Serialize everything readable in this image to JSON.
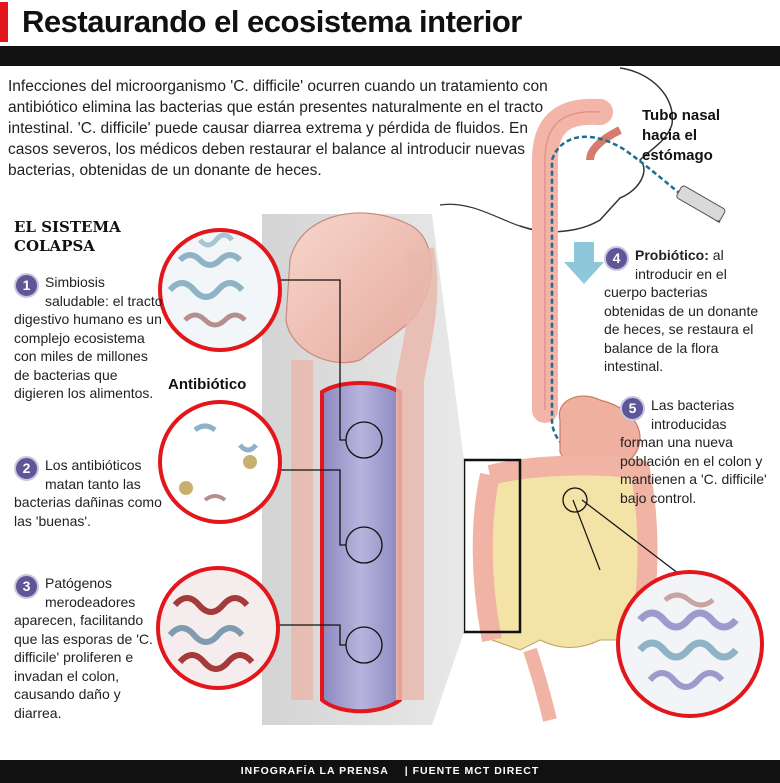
{
  "header": {
    "title": "Restaurando el ecosistema interior"
  },
  "intro": "Infecciones del microorganismo 'C. difficile' ocurren cuando un tratamiento con antibiótico elimina las bacterias que están presentes naturalmente en el tracto intestinal. 'C. difficile' puede causar diarrea extrema y pérdida de fluidos. En casos severos, los médicos deben restaurar el balance al introducir nuevas bacterias, obtenidas de un donante de heces.",
  "section_title": "EL SISTEMA COLAPSA",
  "labels": {
    "antibiotico": "Antibiótico",
    "tubo_nasal": "Tubo nasal hacia el estómago"
  },
  "steps": [
    {
      "num": "1",
      "lead": "",
      "text": "Simbiosis saludable: el tracto digestivo humano es un complejo ecosistema con miles de millones de bacterias que digieren los alimentos."
    },
    {
      "num": "2",
      "lead": "",
      "text": "Los antibióticos matan tanto las bacterias dañinas como las 'buenas'."
    },
    {
      "num": "3",
      "lead": "",
      "text": "Patógenos merodeadores aparecen, facilitando que las esporas de 'C. difficile' proliferen e invadan el colon, causando daño y diarrea."
    },
    {
      "num": "4",
      "lead": "Probiótico:",
      "text": "al introducir en el cuerpo bacterias obtenidas de un donante de heces, se restaura el balance de la flora intestinal."
    },
    {
      "num": "5",
      "lead": "",
      "text": "Las bacterias introducidas forman una nueva población en el colon y mantienen a 'C. difficile' bajo control."
    }
  ],
  "footer": {
    "credit": "INFOGRAFÍA LA PRENSA",
    "source": "| FUENTE MCT DIRECT"
  },
  "colors": {
    "accent_red": "#e3161b",
    "step_purple": "#5e5697",
    "tissue_pink": "#f2c2b8",
    "colon_lilac": "#9f9ccb",
    "bacteria_blue": "#8fb3c6"
  }
}
